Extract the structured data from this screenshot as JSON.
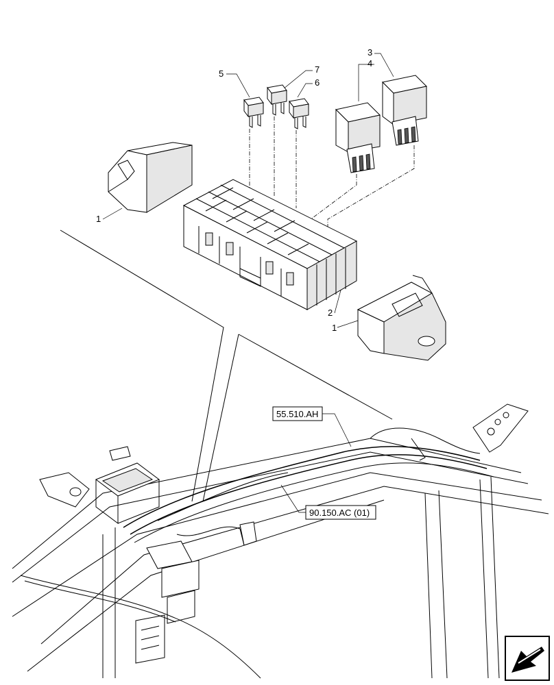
{
  "callouts": {
    "c1a": "1",
    "c1b": "1",
    "c2": "2",
    "c3": "3",
    "c4": "4",
    "c5": "5",
    "c6": "6",
    "c7": "7"
  },
  "references": {
    "ref_upper": "55.510.AH",
    "ref_lower": "90.150.AC (01)"
  },
  "icons": {
    "navigation": "arrow-navigation-icon"
  }
}
